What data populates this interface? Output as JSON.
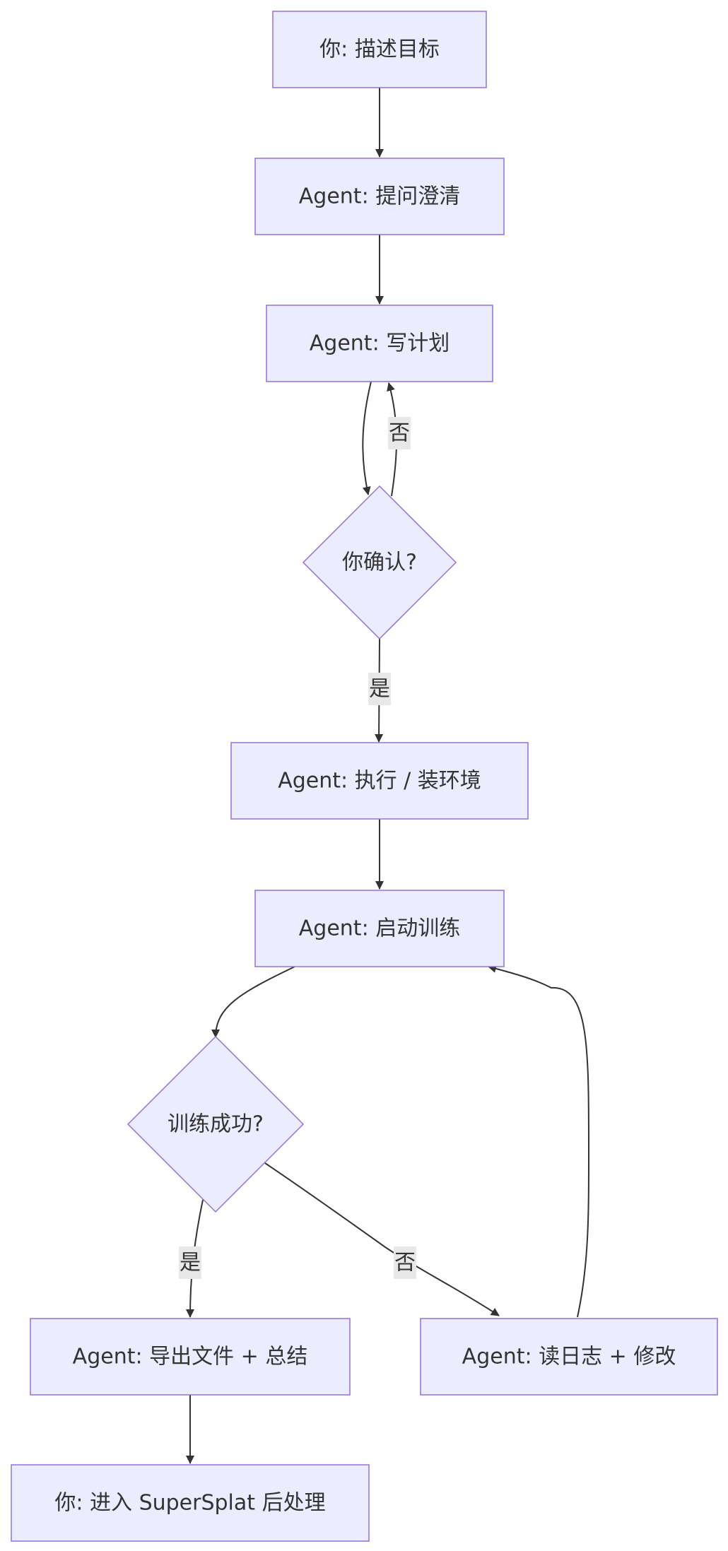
{
  "nodes": {
    "describe_goal": "你: 描述目标",
    "ask_clarify": "Agent: 提问澄清",
    "write_plan": "Agent: 写计划",
    "you_confirm": "你确认?",
    "execute_env": "Agent: 执行 / 装环境",
    "start_training": "Agent: 启动训练",
    "training_success": "训练成功?",
    "export_summary": "Agent: 导出文件 + 总结",
    "read_logs_fix": "Agent: 读日志 + 修改",
    "supersplat": "你: 进入 SuperSplat 后处理"
  },
  "edge_labels": {
    "confirm_no": "否",
    "confirm_yes": "是",
    "training_yes": "是",
    "training_no": "否"
  },
  "colors": {
    "node_fill": "#ececff",
    "node_stroke": "#9370db",
    "edge": "#333333",
    "label_bg": "#e8e8e8"
  }
}
